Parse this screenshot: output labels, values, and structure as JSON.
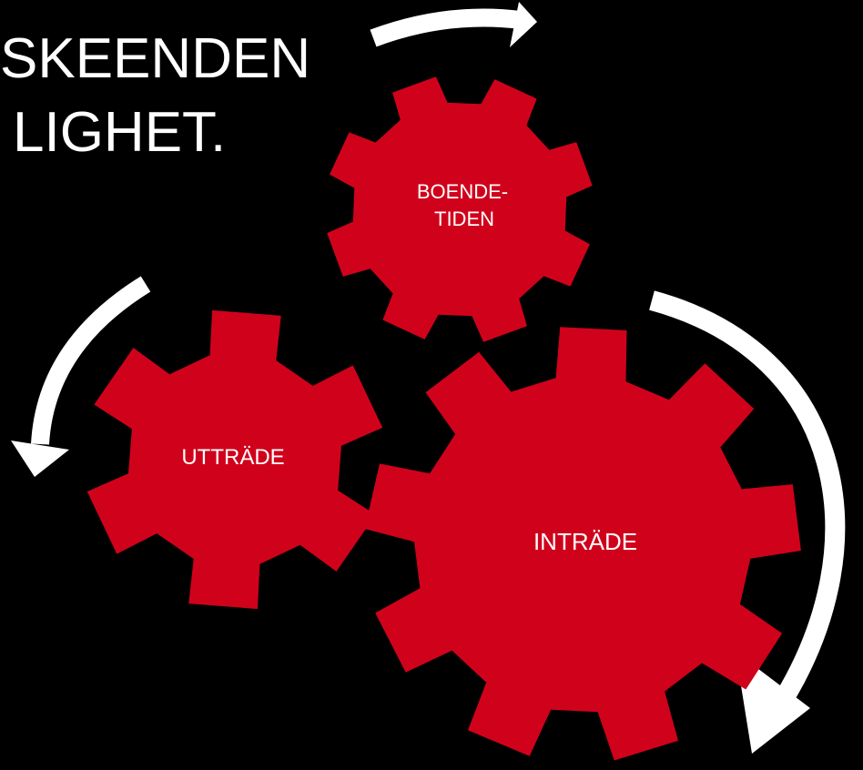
{
  "title": {
    "line1": "SKEENDEN",
    "line2": "LIGHET."
  },
  "gears": {
    "boendetiden": {
      "line1": "BOENDE-",
      "line2": "TIDEN"
    },
    "uttrade": {
      "label": "UTTRÄDE"
    },
    "intrade": {
      "label": "INTRÄDE"
    }
  },
  "colors": {
    "background": "#000000",
    "gear": "#d0021b",
    "arrow": "#ffffff",
    "text": "#ffffff"
  }
}
